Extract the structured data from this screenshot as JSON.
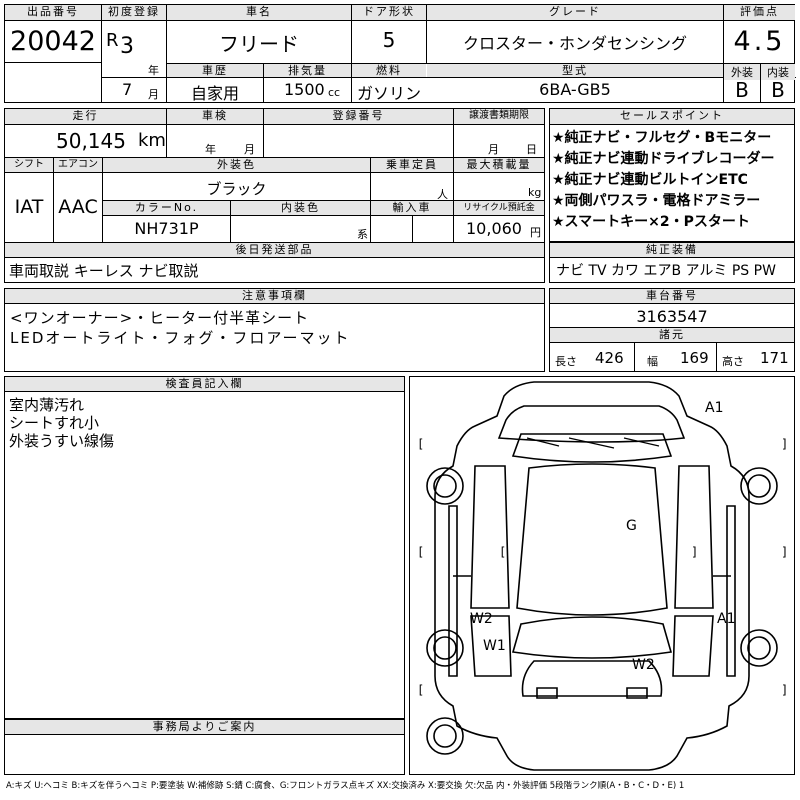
{
  "header": {
    "lot_label": "出品番号",
    "lot": "20042",
    "reg_label": "初度登録",
    "era": "R",
    "year": "3",
    "year_unit": "年",
    "month": "7",
    "month_unit": "月",
    "name_label": "車名",
    "name": "フリード",
    "door_label": "ドア形状",
    "door": "5",
    "grade_label": "グレード",
    "grade": "クロスター・ホンダセンシング",
    "score_label": "評価点",
    "score": "4.5",
    "ext_label": "外装",
    "ext": "B",
    "int_label": "内装",
    "int": "B",
    "history_label": "車歴",
    "history": "自家用",
    "disp_label": "排気量",
    "disp": "1500",
    "disp_unit": "cc",
    "fuel_label": "燃料",
    "fuel": "ガソリン",
    "model_label": "型式",
    "model": "6BA-GB5"
  },
  "row2": {
    "mileage_label": "走行",
    "mileage": "50,145",
    "mileage_unit": "km",
    "inspection_label": "車検",
    "insp_year_unit": "年",
    "insp_month_unit": "月",
    "regno_label": "登録番号",
    "transfer_label": "譲渡書類期限",
    "trans_month_unit": "月",
    "trans_day_unit": "日",
    "shift_label": "シフト",
    "shift": "IAT",
    "ac_label": "エアコン",
    "ac": "AAC",
    "color_label": "外装色",
    "color": "ブラック",
    "capacity_label": "乗車定員",
    "capacity_unit": "人",
    "load_label": "最大積載量",
    "load_unit": "kg",
    "colorno_label": "カラーNo.",
    "colorno": "NH731P",
    "intcolor_label": "内装色",
    "intcolor_unit": "系",
    "import_label": "輸入車",
    "recycle_label": "リサイクル預託金",
    "recycle": "10,060",
    "recycle_unit": "円"
  },
  "sales": {
    "label": "セールスポイント",
    "items": [
      "★純正ナビ・フルセグ・Bモニター",
      "★純正ナビ連動ドライブレコーダー",
      "★純正ナビ連動ビルトインETC",
      "★両側パワスラ・電格ドアミラー",
      "★スマートキー×2・Pスタート"
    ]
  },
  "later_parts": {
    "label": "後日発送部品",
    "text": "車両取説 キーレス ナビ取説"
  },
  "equipment": {
    "label": "純正装備",
    "text": "ナビ TV カワ エアB アルミ PS PW"
  },
  "notes": {
    "label": "注意事項欄",
    "line1": "<ワンオーナー>・ヒーター付半革シート",
    "line2": "LEDオートライト・フォグ・フロアーマット"
  },
  "chassis": {
    "label": "車台番号",
    "value": "3163547"
  },
  "specs": {
    "label": "諸元",
    "len_label": "長さ",
    "len": "426",
    "wid_label": "幅",
    "wid": "169",
    "hgt_label": "高さ",
    "hgt": "171"
  },
  "inspector": {
    "label": "検査員記入欄",
    "lines": [
      "室内薄汚れ",
      "シートすれ小",
      "外装うすい線傷"
    ]
  },
  "office": {
    "label": "事務局よりご案内"
  },
  "diagram": {
    "marks": [
      "A1",
      "G",
      "W2",
      "W1",
      "A1",
      "W2"
    ]
  },
  "legend": "A:キズ U:ヘコミ B:キズを伴うヘコミ P:要塗装 W:補修跡 S:錆 C:腐食、G:フロントガラス点キズ XX:交換済み X:要交換 欠:欠品 内・外装評価 5段階ランク順(A・B・C・D・E) 1"
}
